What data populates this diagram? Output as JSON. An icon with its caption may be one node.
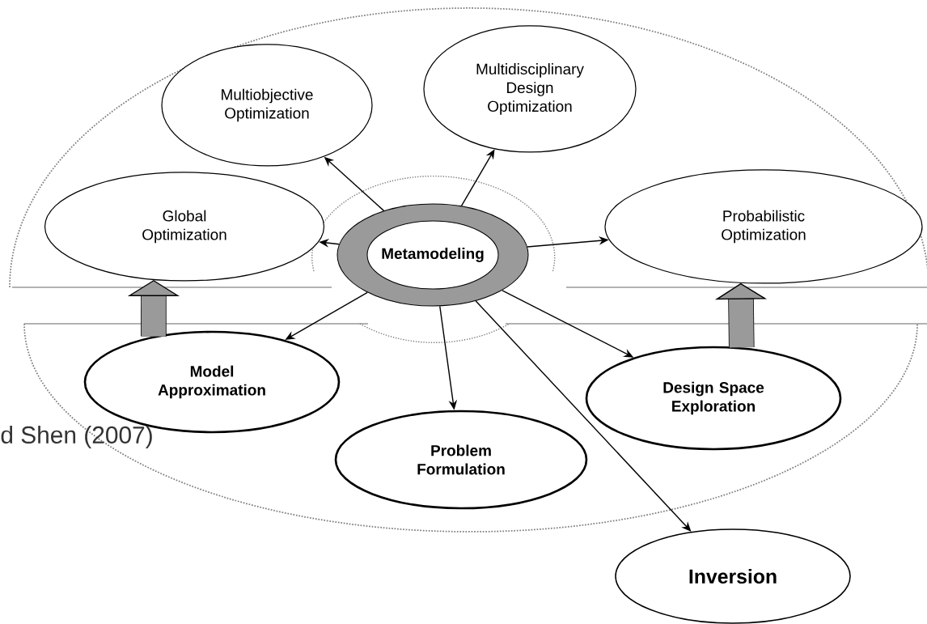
{
  "diagram": {
    "nodes": [
      {
        "text": [
          "Metamodeling"
        ]
      },
      {
        "text": [
          "Multiobjective Optimization"
        ]
      },
      {
        "text": [
          "Multidisciplinary Design Optimization"
        ]
      },
      {
        "text": [
          "Global Optimization"
        ]
      },
      {
        "text": [
          "Probabilistic Optimization"
        ]
      },
      {
        "text": [
          "Model Approximation"
        ]
      },
      {
        "text": [
          "Problem Formulation"
        ]
      },
      {
        "text": [
          "Design Space Exploration"
        ]
      },
      {
        "text": [
          "Inversion"
        ]
      }
    ],
    "edges": [
      {
        "from": 0,
        "to": 1,
        "arrow": "to"
      },
      {
        "from": 0,
        "to": 2,
        "arrow": "to"
      },
      {
        "from": 0,
        "to": 3,
        "arrow": "to"
      },
      {
        "from": 0,
        "to": 4,
        "arrow": "to"
      },
      {
        "from": 0,
        "to": 5,
        "arrow": "to"
      },
      {
        "from": 0,
        "to": 6,
        "arrow": "to"
      },
      {
        "from": 0,
        "to": 7,
        "arrow": "to"
      },
      {
        "from": 0,
        "to": 8,
        "arrow": "to"
      },
      {
        "from": 5,
        "to": 3,
        "arrow": "to",
        "style": "thick"
      },
      {
        "from": 7,
        "to": 4,
        "arrow": "to",
        "style": "thick"
      }
    ],
    "labels": [
      "d Shen (2007)"
    ]
  }
}
